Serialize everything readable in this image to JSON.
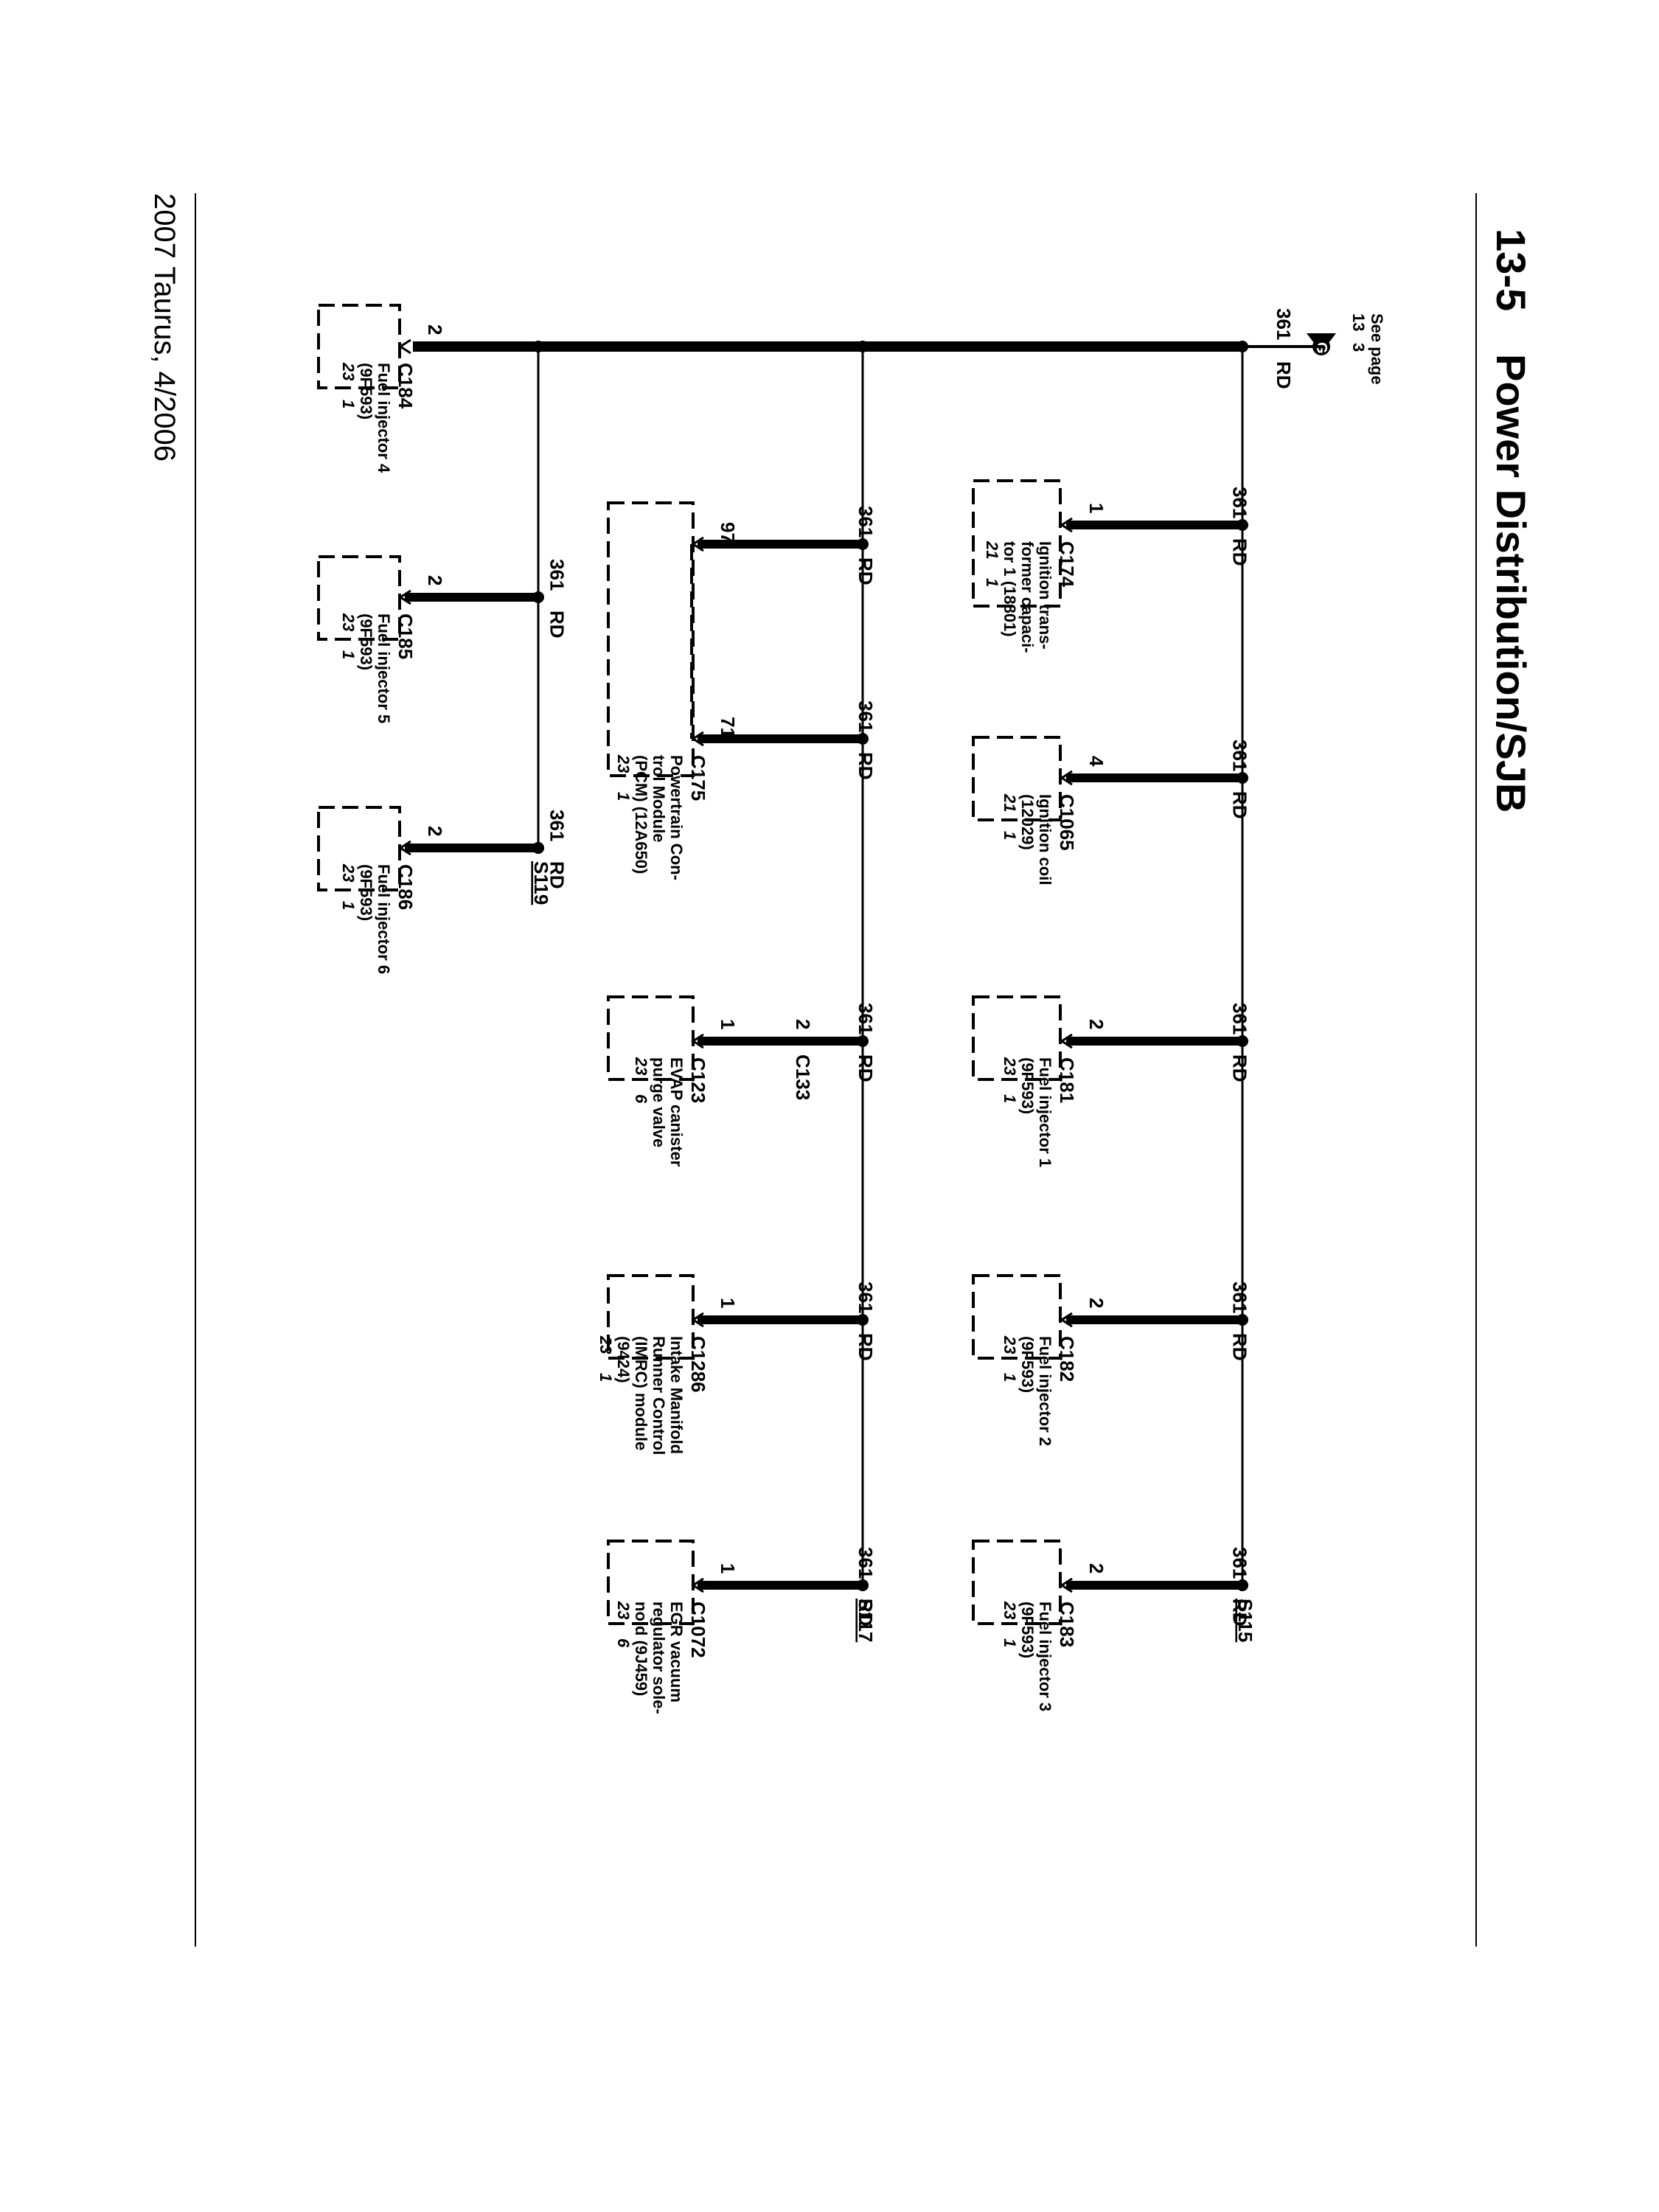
{
  "header": {
    "page_number": "13-5",
    "title": "Power Distribution/SJB"
  },
  "footer": {
    "vehicle": "2007 Taurus, 4/2006"
  },
  "source": {
    "label": "See page",
    "page": "13",
    "grid": "3",
    "connector_letter": "G"
  },
  "wire": {
    "circuit": "361",
    "color": "RD"
  },
  "splices": {
    "s115": "S115",
    "s117": "S117",
    "s119": "S119"
  },
  "components": [
    {
      "connector": "C174",
      "pin": "1",
      "lines": [
        "Ignition trans-",
        "former capaci-",
        "tor 1 (18801)"
      ],
      "loc": [
        "21",
        "1"
      ]
    },
    {
      "connector": "C1065",
      "pin": "4",
      "lines": [
        "Ignition coil",
        "(12029)"
      ],
      "loc": [
        "21",
        "1"
      ]
    },
    {
      "connector": "C181",
      "pin": "2",
      "lines": [
        "Fuel injector 1",
        "(9F593)"
      ],
      "loc": [
        "23",
        "1"
      ]
    },
    {
      "connector": "C182",
      "pin": "2",
      "lines": [
        "Fuel injector 2",
        "(9F593)"
      ],
      "loc": [
        "23",
        "1"
      ]
    },
    {
      "connector": "C183",
      "pin": "2",
      "lines": [
        "Fuel injector 3",
        "(9F593)"
      ],
      "loc": [
        "23",
        "1"
      ]
    },
    {
      "connector": "C175",
      "pins": [
        "97",
        "71"
      ],
      "lines": [
        "Powertrain Con-",
        "trol Module",
        "(PCM) (12A650)"
      ],
      "loc": [
        "23",
        "1"
      ]
    },
    {
      "connector": "C123",
      "pin": "1",
      "inline_connector": "C133",
      "inline_pin": "2",
      "lines": [
        "EVAP canister",
        "purge valve"
      ],
      "loc": [
        "23",
        "6"
      ]
    },
    {
      "connector": "C1286",
      "pin": "1",
      "lines": [
        "Intake Manifold",
        "Runner Control",
        "(IMRC) module",
        "(9424)"
      ],
      "loc": [
        "23",
        "1"
      ]
    },
    {
      "connector": "C1072",
      "pin": "1",
      "lines": [
        "EGR vacuum",
        "regulator sole-",
        "noid (9J459)"
      ],
      "loc": [
        "23",
        "6"
      ]
    },
    {
      "connector": "C184",
      "pin": "2",
      "lines": [
        "Fuel injector 4",
        "(9F593)"
      ],
      "loc": [
        "23",
        "1"
      ]
    },
    {
      "connector": "C185",
      "pin": "2",
      "lines": [
        "Fuel injector 5",
        "(9F593)"
      ],
      "loc": [
        "23",
        "1"
      ]
    },
    {
      "connector": "C186",
      "pin": "2",
      "lines": [
        "Fuel injector 6",
        "(9F593)"
      ],
      "loc": [
        "23",
        "1"
      ]
    }
  ]
}
